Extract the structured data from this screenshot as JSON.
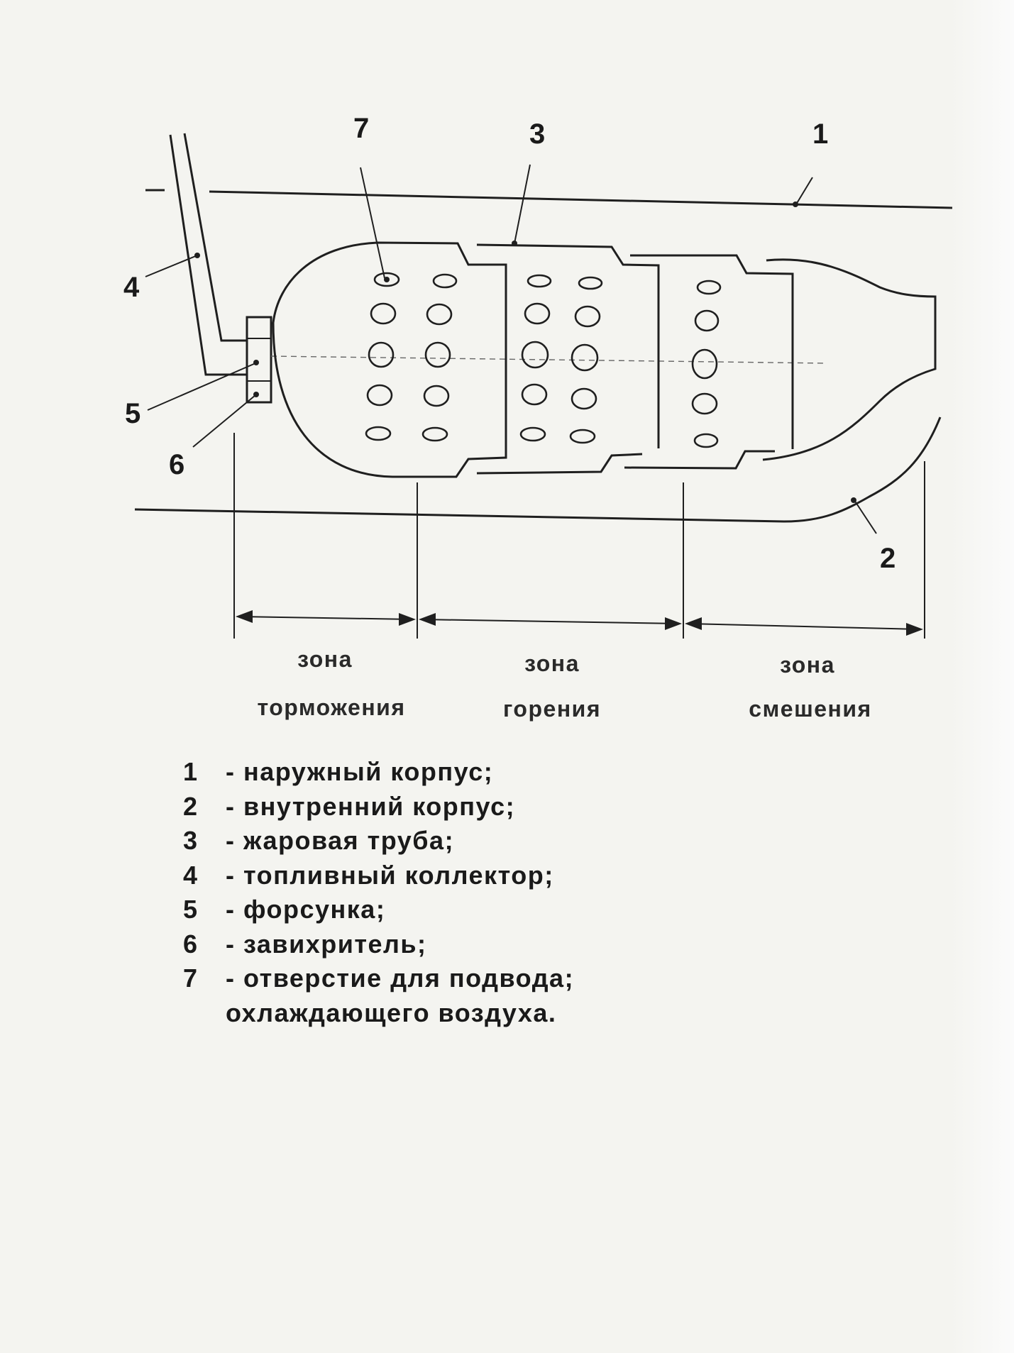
{
  "callouts": [
    "1",
    "2",
    "3",
    "4",
    "5",
    "6",
    "7"
  ],
  "zones": [
    {
      "line1": "зона",
      "line2": "торможения"
    },
    {
      "line1": "зона",
      "line2": "горения"
    },
    {
      "line1": "зона",
      "line2": "смешения"
    }
  ],
  "legend": [
    {
      "no": "1",
      "text": "- наружный корпус;"
    },
    {
      "no": "2",
      "text": "- внутренний корпус;"
    },
    {
      "no": "3",
      "text": "- жаровая труба;"
    },
    {
      "no": "4",
      "text": "- топливный коллектор;"
    },
    {
      "no": "5",
      "text": "- форсунка;"
    },
    {
      "no": "6",
      "text": "- завихритель;"
    },
    {
      "no": "7",
      "text": "- отверстие для подвода;"
    }
  ],
  "legend_continuation": "охлаждающего воздуха."
}
